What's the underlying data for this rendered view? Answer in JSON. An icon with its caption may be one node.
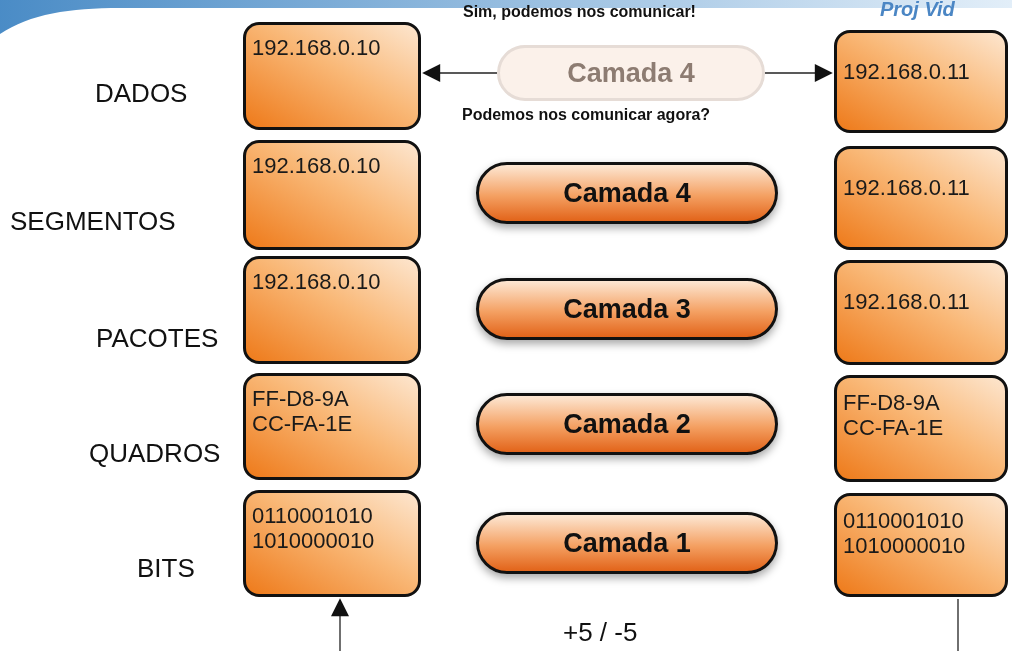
{
  "diagram": {
    "nodes": [
      {
        "text": [
          "192.168.0.10"
        ]
      },
      {
        "text": [
          "192.168.0.10"
        ]
      },
      {
        "text": [
          "192.168.0.10"
        ]
      },
      {
        "text": [
          "FF-D8-9A CC-FA-1E"
        ]
      },
      {
        "text": [
          "0110001010 1010000010"
        ]
      },
      {
        "text": [
          "Camada 4"
        ]
      },
      {
        "text": [
          "Camada 4"
        ]
      },
      {
        "text": [
          "Camada 3"
        ]
      },
      {
        "text": [
          "Camada 2"
        ]
      },
      {
        "text": [
          "Camada 1"
        ]
      },
      {
        "text": [
          "192.168.0.11"
        ]
      },
      {
        "text": [
          "192.168.0.11"
        ]
      },
      {
        "text": [
          "192.168.0.11"
        ]
      },
      {
        "text": [
          "FF-D8-9A CC-FA-1E"
        ]
      },
      {
        "text": [
          "0110001010 1010000010"
        ]
      }
    ],
    "edges": [
      {
        "from": 5,
        "to": 0,
        "arrow": "to"
      },
      {
        "from": 5,
        "to": 10,
        "arrow": "to"
      },
      {
        "from": null,
        "to": 4,
        "arrow": "to"
      },
      {
        "from": 14,
        "to": null,
        "arrow": "none"
      }
    ],
    "labels": [
      "Proj Vid",
      "Sim, podemos nos comunicar!",
      "DADOS",
      "Podemos nos comunicar agora?",
      "SEGMENTOS",
      "PACOTES",
      "QUADROS",
      "BITS",
      "+5 / -5"
    ]
  }
}
